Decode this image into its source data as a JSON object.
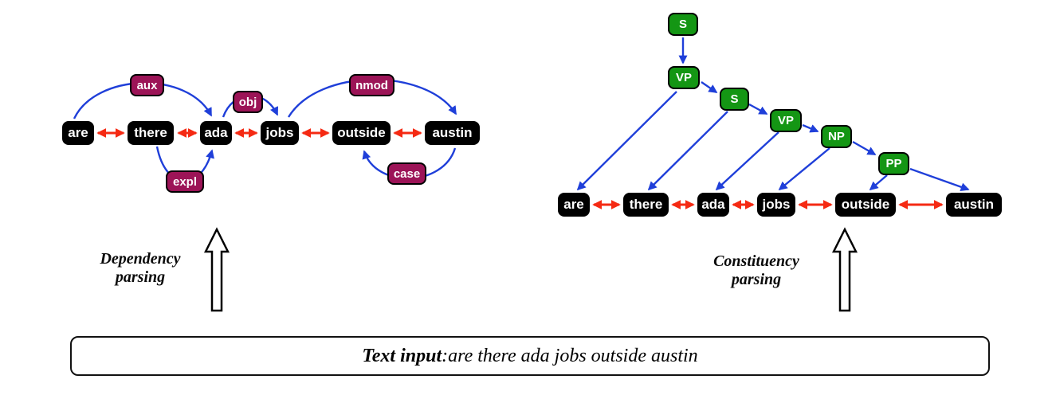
{
  "figure": {
    "sentence": [
      "are",
      "there",
      "ada",
      "jobs",
      "outside",
      "austin"
    ],
    "dependency": {
      "title_line1": "Dependency",
      "title_line2": "parsing",
      "edges": [
        {
          "label": "aux",
          "from": "are",
          "to": "ada"
        },
        {
          "label": "obj",
          "from": "ada",
          "to": "jobs"
        },
        {
          "label": "expl",
          "from": "there",
          "to": "ada"
        },
        {
          "label": "nmod",
          "from": "jobs",
          "to": "austin"
        },
        {
          "label": "case",
          "from": "austin",
          "to": "outside"
        }
      ]
    },
    "constituency": {
      "title_line1": "Constituency",
      "title_line2": "parsing",
      "nodes": [
        {
          "label": "S"
        },
        {
          "label": "VP"
        },
        {
          "label": "S"
        },
        {
          "label": "VP"
        },
        {
          "label": "NP"
        },
        {
          "label": "PP"
        }
      ],
      "edges": [
        {
          "from": "S",
          "to": "VP"
        },
        {
          "from": "VP",
          "to": "are"
        },
        {
          "from": "VP",
          "to": "S"
        },
        {
          "from": "S",
          "to": "there"
        },
        {
          "from": "S",
          "to": "VP"
        },
        {
          "from": "VP",
          "to": "ada"
        },
        {
          "from": "VP",
          "to": "NP"
        },
        {
          "from": "NP",
          "to": "jobs"
        },
        {
          "from": "NP",
          "to": "PP"
        },
        {
          "from": "PP",
          "to": "outside"
        },
        {
          "from": "PP",
          "to": "austin"
        }
      ]
    },
    "text_input": {
      "label": "Text input",
      "separator": ": ",
      "value": "are there ada jobs outside austin"
    },
    "colors": {
      "node_black": "#000000",
      "dep_label_bg": "#9c1457",
      "const_node_bg": "#149614",
      "arrow_blue": "#1f3fd9",
      "arrow_red": "#f52a13"
    }
  }
}
